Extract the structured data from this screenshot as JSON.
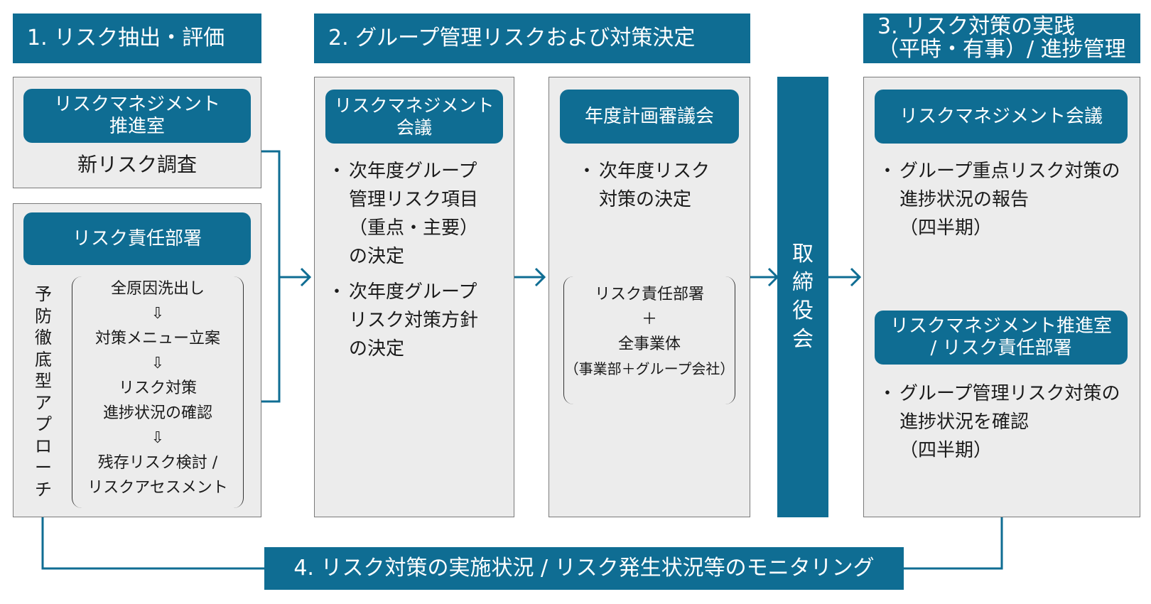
{
  "colors": {
    "accent": "#0f6d93",
    "panel": "#ececec",
    "panel_border": "#7a7a7a"
  },
  "headers": {
    "h1": "1. リスク抽出・評価",
    "h2": "2. グループ管理リスクおよび対策決定",
    "h3_line1": "3. リスク対策の実践",
    "h3_line2": "（平時・有事）/ 進捗管理"
  },
  "col1": {
    "box1_pill": "リスクマネジメント\n推進室",
    "box1_text": "新リスク調査",
    "box2_pill": "リスク責任部署",
    "vertical_label": [
      "予",
      "防",
      "徹",
      "底",
      "型",
      "ア",
      "プ",
      "ロ",
      "ー",
      "チ"
    ],
    "steps": [
      "全原因洗出し",
      "対策メニュー立案",
      "リスク対策\n進捗状況の確認",
      "残存リスク検討 /\nリスクアセスメント"
    ],
    "step_arrow": "⇩"
  },
  "col2": {
    "pill": "リスクマネジメント\n会議",
    "bullets": [
      "次年度グループ\n管理リスク項目\n（重点・主要）\nの決定",
      "次年度グループ\nリスク対策方針\nの決定"
    ]
  },
  "col3": {
    "pill": "年度計画審議会",
    "bullets": [
      "次年度リスク\n対策の決定"
    ],
    "bracket_lines": [
      "リスク責任部署",
      "＋",
      "全事業体",
      "（事業部＋グループ会社）"
    ]
  },
  "board": [
    "取",
    "締",
    "役",
    "会"
  ],
  "col4": {
    "pill1": "リスクマネジメント会議",
    "bullets1": [
      "グループ重点リスク対策の\n進捗状況の報告\n（四半期）"
    ],
    "pill2": "リスクマネジメント推進室\n/ リスク責任部署",
    "bullets2": [
      "グループ管理リスク対策の\n進捗状況を確認\n（四半期）"
    ]
  },
  "footer": "4. リスク対策の実施状況 / リスク発生状況等のモニタリング"
}
